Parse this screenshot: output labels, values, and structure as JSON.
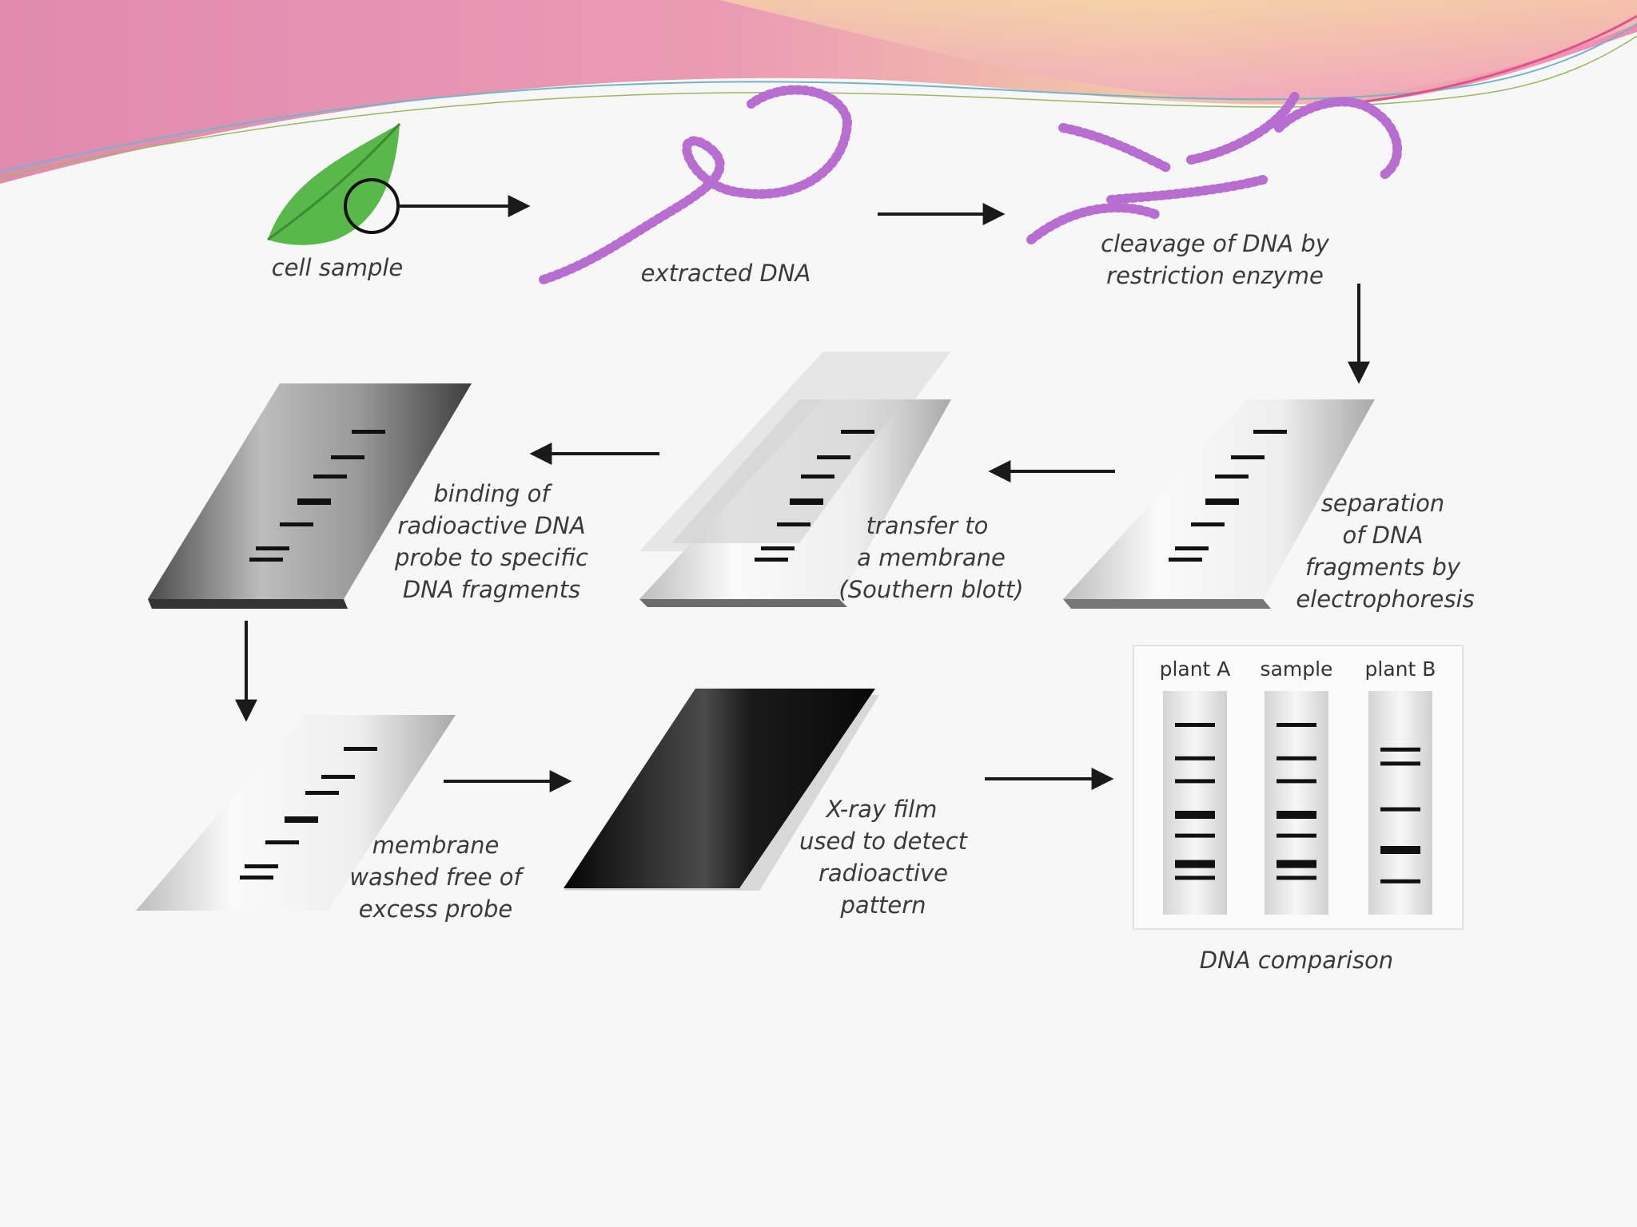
{
  "labels": {
    "cell_sample": "cell sample",
    "extracted_dna": "extracted DNA",
    "cleavage": [
      "cleavage of DNA by",
      "restriction enzyme"
    ],
    "separation": [
      "separation",
      "of DNA",
      "fragments by",
      "electrophoresis"
    ],
    "transfer": [
      "transfer to",
      "a membrane",
      "(Southern blott)"
    ],
    "binding": [
      "binding of",
      "radioactive DNA",
      "probe to specific",
      "DNA fragments"
    ],
    "washed": [
      "membrane",
      "washed free of",
      "excess probe"
    ],
    "xray": [
      "X-ray film",
      "used to detect",
      "radioactive",
      "pattern"
    ],
    "comparison": "DNA comparison"
  },
  "comparison_lanes": [
    {
      "name": "plant A",
      "bands": [
        0.1,
        0.29,
        0.42,
        0.6,
        0.73,
        0.88,
        0.97
      ],
      "heavy": [
        0.6,
        0.88
      ]
    },
    {
      "name": "sample",
      "bands": [
        0.1,
        0.29,
        0.42,
        0.6,
        0.73,
        0.88,
        0.97
      ],
      "heavy": [
        0.6,
        0.88
      ]
    },
    {
      "name": "plant B",
      "bands": [
        0.24,
        0.32,
        0.58,
        0.8,
        0.99
      ],
      "heavy": [
        0.8
      ]
    }
  ],
  "colors": {
    "header_pink": "#e784b0",
    "header_peach": "#f0c29a",
    "dna_purple": "#b86ed0",
    "leaf_green": "#58b84a",
    "band": "#111111",
    "arrow": "#1a1a1a"
  }
}
